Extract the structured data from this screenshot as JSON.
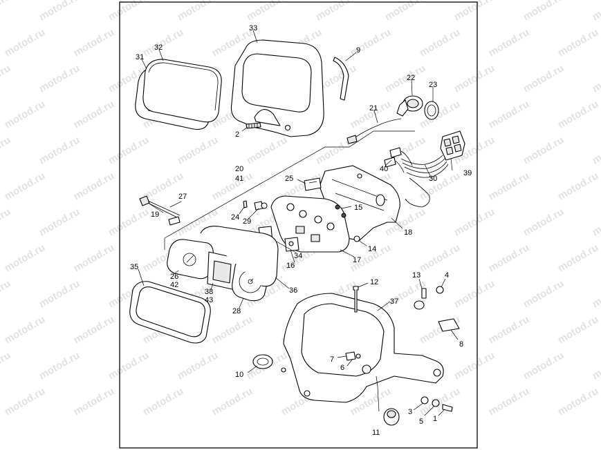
{
  "watermark": "motod.ru",
  "callouts": {
    "c1": "1",
    "c2": "2",
    "c3": "3",
    "c4": "4",
    "c5": "5",
    "c6": "6",
    "c7": "7",
    "c8": "8",
    "c9": "9",
    "c10": "10",
    "c11": "11",
    "c12": "12",
    "c13": "13",
    "c14": "14",
    "c15": "15",
    "c16": "16",
    "c17": "17",
    "c18": "18",
    "c19": "19",
    "c20": "20",
    "c21": "21",
    "c22": "22",
    "c23": "23",
    "c24": "24",
    "c25": "25",
    "c26": "26",
    "c27": "27",
    "c28": "28",
    "c29": "29",
    "c30": "30",
    "c31": "31",
    "c32": "32",
    "c33": "33",
    "c34": "34",
    "c35": "35",
    "c36": "36",
    "c37": "37",
    "c38": "38",
    "c39": "39",
    "c40": "40",
    "c41": "41",
    "c42": "42",
    "c43": "43"
  },
  "colors": {
    "line": "#000000",
    "background": "#ffffff",
    "watermark": "#c9c9c9"
  }
}
